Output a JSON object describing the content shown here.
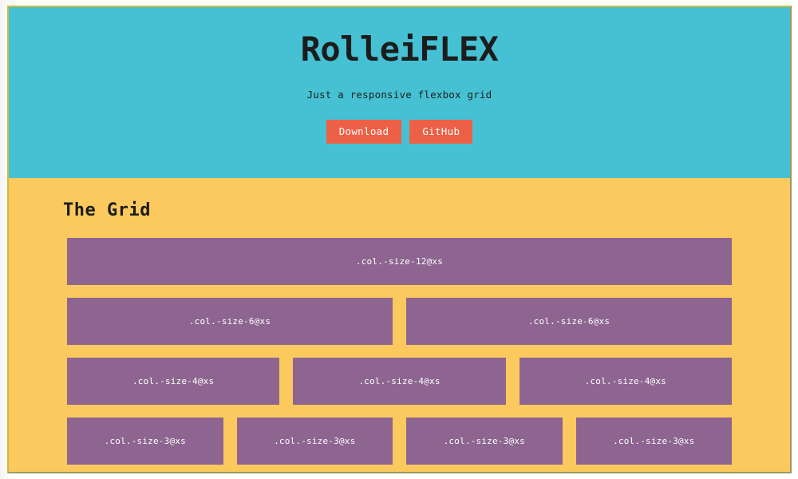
{
  "theme": {
    "hero_bg": "#45c1d3",
    "section_bg": "#fbc95d",
    "column_bg": "#8d6590",
    "button_bg": "#ec6046",
    "text_dark": "#1c1c1c",
    "text_light": "#ffffff",
    "border": "#c9b83a"
  },
  "hero": {
    "title": "RolleiFLEX",
    "subtitle": "Just a responsive flexbox grid",
    "buttons": [
      {
        "label": "Download",
        "name": "download-button"
      },
      {
        "label": "GitHub",
        "name": "github-button"
      }
    ]
  },
  "grid_section": {
    "heading": "The Grid",
    "rows": [
      {
        "columns": [
          {
            "label": ".col.-size-12@xs"
          }
        ]
      },
      {
        "columns": [
          {
            "label": ".col.-size-6@xs"
          },
          {
            "label": ".col.-size-6@xs"
          }
        ]
      },
      {
        "columns": [
          {
            "label": ".col.-size-4@xs"
          },
          {
            "label": ".col.-size-4@xs"
          },
          {
            "label": ".col.-size-4@xs"
          }
        ]
      },
      {
        "columns": [
          {
            "label": ".col.-size-3@xs"
          },
          {
            "label": ".col.-size-3@xs"
          },
          {
            "label": ".col.-size-3@xs"
          },
          {
            "label": ".col.-size-3@xs"
          }
        ]
      }
    ]
  }
}
